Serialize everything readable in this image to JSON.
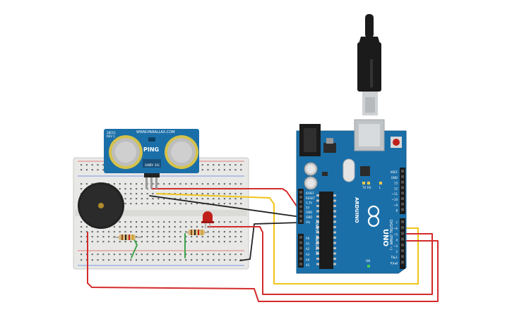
{
  "sensor": {
    "model": "PING",
    "maker": "WWW.PARALLAX.COM",
    "rev": "28015\nREV C",
    "pins": [
      "GND",
      "5V",
      "SIG"
    ]
  },
  "arduino": {
    "brand": "ARDUINO",
    "model": "UNO",
    "power_label": "POWER",
    "analog_label": "ANALOG IN",
    "digital_label": "DIGITAL (PWM ~)",
    "on_label": "ON",
    "power_pins": [
      "IOREF",
      "RESET",
      "3.3V",
      "5V",
      "GND",
      "GND",
      "Vin"
    ],
    "analog_pins": [
      "A0",
      "A1",
      "A2",
      "A3",
      "A4",
      "A5"
    ],
    "digital_top": [
      "AREF",
      "GND",
      "13",
      "12",
      "~11",
      "~10",
      "~9",
      "8"
    ],
    "digital_bottom": [
      "7",
      "~6",
      "~5",
      "4",
      "~3",
      "2",
      "TX▸1",
      "RX◂0"
    ],
    "led_labels": [
      "TX",
      "RX",
      "L"
    ]
  },
  "colors": {
    "board": "#1b6fa8",
    "breadboard": "#e8e8e6",
    "wire_red": "#d42b2b",
    "wire_yellow": "#f0c419",
    "wire_black": "#222222",
    "wire_green": "#3fa34d",
    "led": "#c0201c",
    "buzzer": "#222222"
  }
}
